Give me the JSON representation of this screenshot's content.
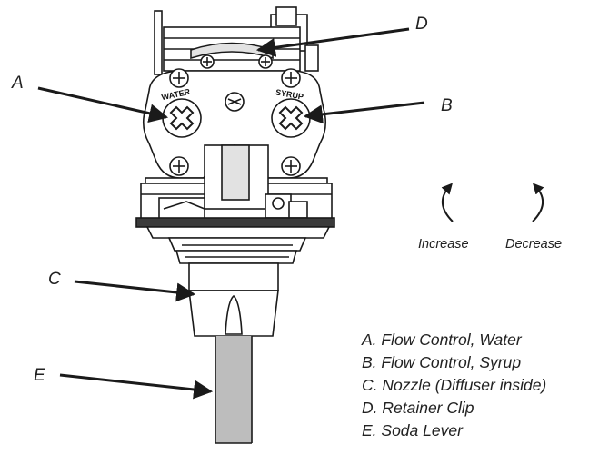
{
  "callouts": {
    "a": "A",
    "b": "B",
    "c": "C",
    "d": "D",
    "e": "E"
  },
  "knobs": {
    "water": "WATER",
    "syrup": "SYRUP"
  },
  "rotation": {
    "increase": "Increase",
    "decrease": "Decrease"
  },
  "legend": [
    "A. Flow Control, Water",
    "B. Flow Control, Syrup",
    "C. Nozzle (Diffuser inside)",
    "D. Retainer Clip",
    "E. Soda Lever"
  ],
  "colors": {
    "line": "#1a1a1a",
    "body_gray": "#bdbdbd",
    "dark_gray": "#3a3a3a",
    "light_gray": "#e2e2e2",
    "text": "#222222"
  }
}
